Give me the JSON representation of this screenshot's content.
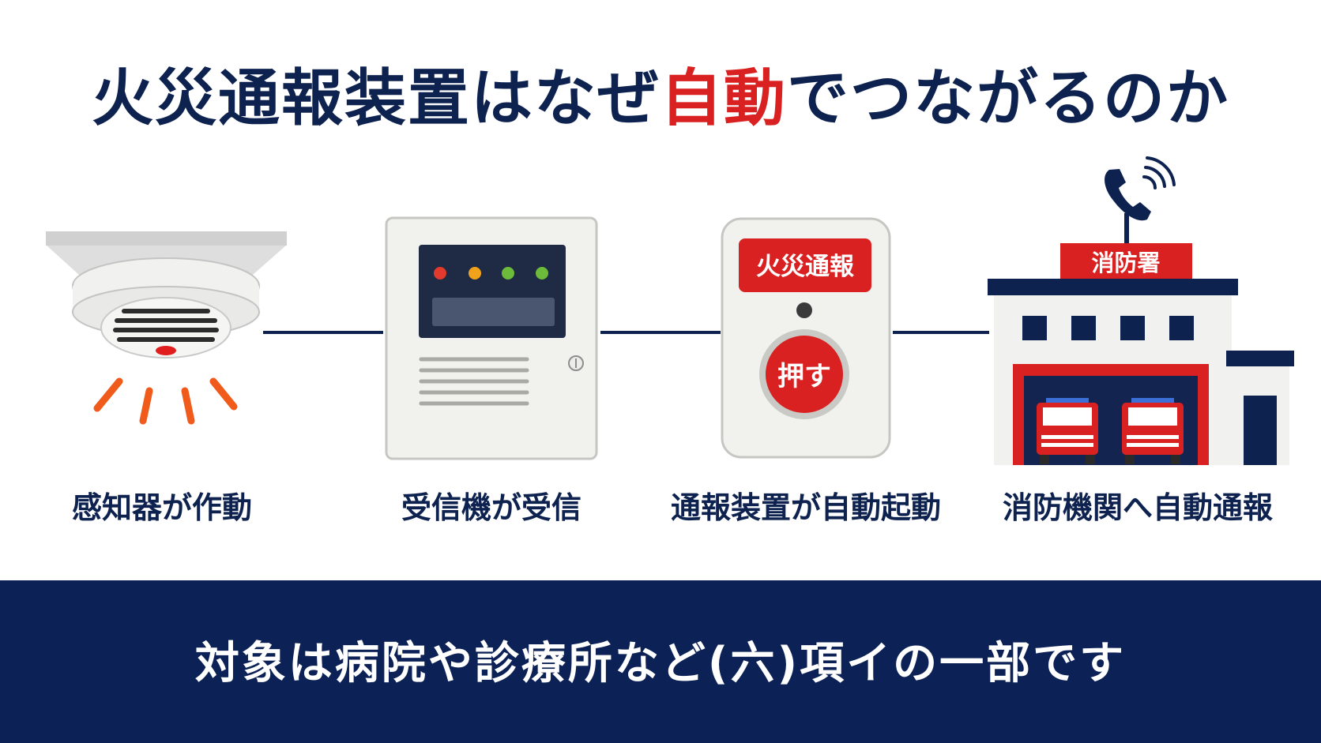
{
  "title": {
    "part1": "火災通報装置はなぜ",
    "accent": "自動",
    "part2": "でつながるのか"
  },
  "steps": [
    {
      "label": "感知器が作動",
      "icon": "smoke-detector-icon"
    },
    {
      "label": "受信機が受信",
      "icon": "receiver-panel-icon"
    },
    {
      "label": "通報装置が自動起動",
      "icon": "alarm-device-icon"
    },
    {
      "label": "消防機関へ自動通報",
      "icon": "fire-station-icon"
    }
  ],
  "device": {
    "header": "火災通報",
    "button": "押す"
  },
  "station": {
    "sign": "消防署"
  },
  "footer": {
    "text": "対象は病院や診療所など(六)項イの一部です"
  },
  "colors": {
    "navy": "#0c2155",
    "red": "#d92121",
    "orange": "#f05a1a",
    "light_gray": "#f1f1ee"
  }
}
